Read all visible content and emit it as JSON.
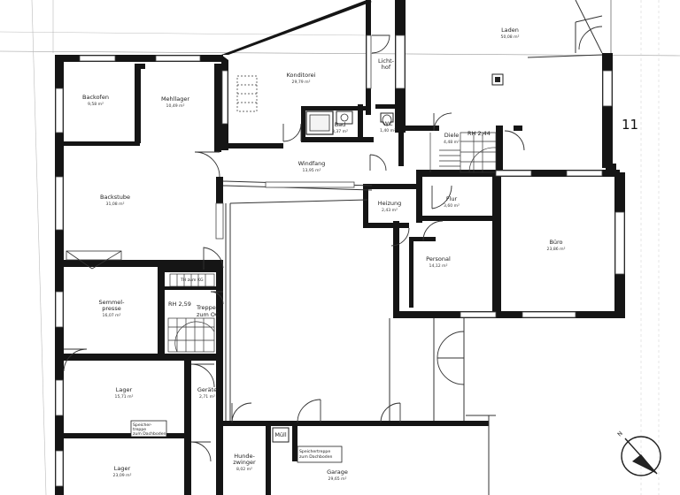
{
  "plan": {
    "rooms": [
      {
        "id": "backofen",
        "name": "Backofen",
        "area": "9,58 m²"
      },
      {
        "id": "mehllager",
        "name": "Mehllager",
        "area": "10,49 m²"
      },
      {
        "id": "konditorei",
        "name": "Konditorei",
        "area": "29,79 m²"
      },
      {
        "id": "lichthof",
        "name": "Licht-\nhof",
        "area": ""
      },
      {
        "id": "laden",
        "name": "Laden",
        "area": "50,08 m²"
      },
      {
        "id": "bad",
        "name": "Bad",
        "area": "3,37 m²"
      },
      {
        "id": "wc",
        "name": "WC",
        "area": "1,40 m²"
      },
      {
        "id": "diele",
        "name": "Diele",
        "area": "4,48 m²"
      },
      {
        "id": "windfang",
        "name": "Windfang",
        "area": "13,95 m²"
      },
      {
        "id": "backstube",
        "name": "Backstube",
        "area": "31,08 m²"
      },
      {
        "id": "heizung",
        "name": "Heizung",
        "area": "2,43 m²"
      },
      {
        "id": "flur",
        "name": "Flur",
        "area": "3,60 m²"
      },
      {
        "id": "personal",
        "name": "Personal",
        "area": "14,12 m²"
      },
      {
        "id": "buero",
        "name": "Büro",
        "area": "23,86 m²"
      },
      {
        "id": "semmelpresse",
        "name": "Semmel-\npresse",
        "area": "16,07 m²"
      },
      {
        "id": "lager1",
        "name": "Lager",
        "area": "15,71 m²"
      },
      {
        "id": "geraete",
        "name": "Geräte",
        "area": "2,71 m²"
      },
      {
        "id": "lager2",
        "name": "Lager",
        "area": "23,09 m²"
      },
      {
        "id": "hundezwinger",
        "name": "Hunde-\nzwinger",
        "area": "8,02 m²"
      },
      {
        "id": "garage",
        "name": "Garage",
        "area": "29,65 m²"
      },
      {
        "id": "muell",
        "name": "Müll",
        "area": ""
      }
    ],
    "notes": {
      "rh_diele": "RH 2,44",
      "rh_treppe": "RH 2,59",
      "th_kg": "TH zum KG",
      "treppe": "Treppe\nzum OG",
      "stair_note_1": "Speicher-\ntreppe\nzum Dachboden",
      "stair_note_2": "Speichertreppe\nzum Dachboden"
    },
    "marker": "11",
    "north_label": "N"
  }
}
